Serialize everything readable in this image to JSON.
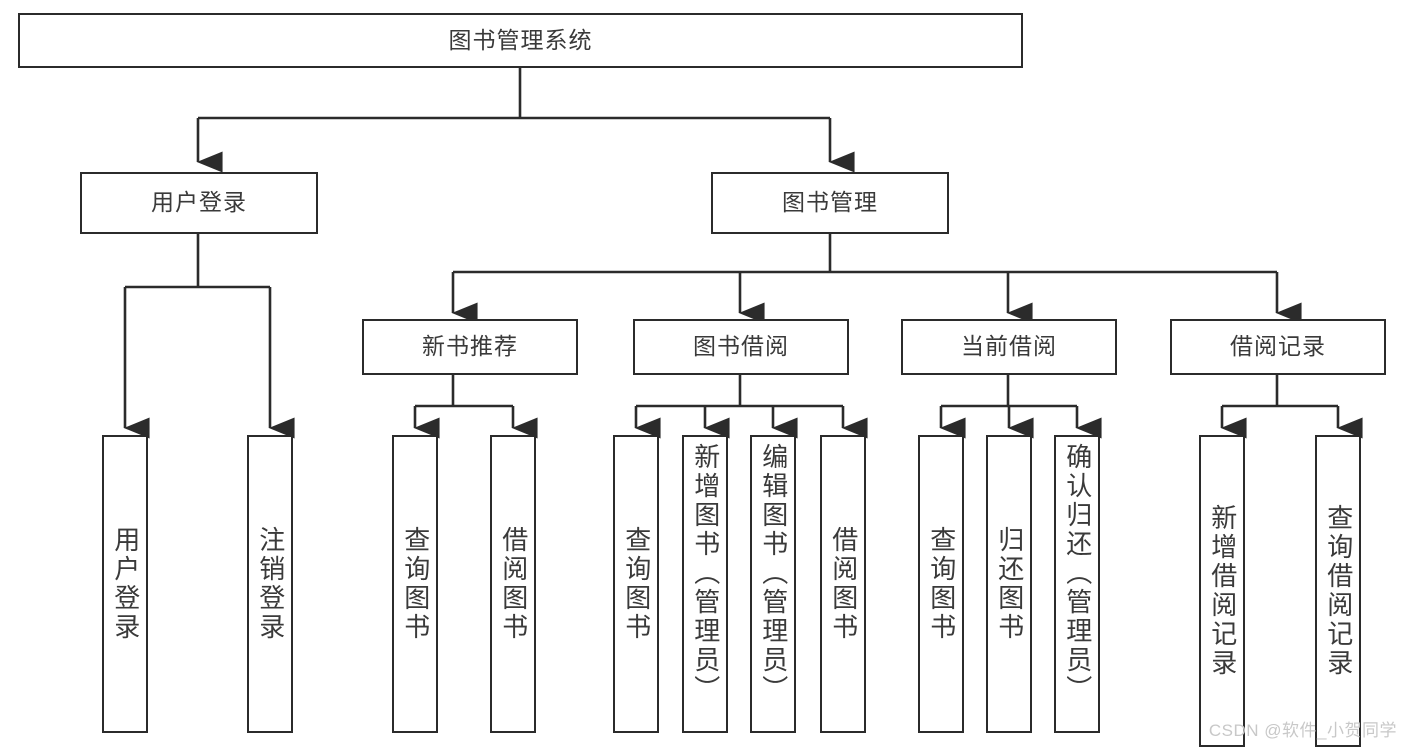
{
  "diagram": {
    "title": "图书管理系统",
    "type": "hierarchy-tree",
    "root": {
      "label": "图书管理系统"
    },
    "level2": [
      {
        "label": "用户登录"
      },
      {
        "label": "图书管理"
      }
    ],
    "level3": [
      {
        "label": "新书推荐"
      },
      {
        "label": "图书借阅"
      },
      {
        "label": "当前借阅"
      },
      {
        "label": "借阅记录"
      }
    ],
    "leaves": {
      "user_login": [
        {
          "label": "用户登录"
        },
        {
          "label": "注销登录"
        }
      ],
      "new_book_recommend": [
        {
          "label": "查询图书"
        },
        {
          "label": "借阅图书"
        }
      ],
      "book_borrow": [
        {
          "label": "查询图书"
        },
        {
          "label": "新增图书（管理员）"
        },
        {
          "label": "编辑图书（管理员）"
        },
        {
          "label": "借阅图书"
        }
      ],
      "current_borrow": [
        {
          "label": "查询图书"
        },
        {
          "label": "归还图书"
        },
        {
          "label": "确认归还（管理员）"
        }
      ],
      "borrow_record": [
        {
          "label": "新增借阅记录"
        },
        {
          "label": "查询借阅记录"
        }
      ]
    }
  },
  "watermark": {
    "text": "CSDN @软件_小贺同学"
  },
  "colors": {
    "stroke": "#2b2b2b",
    "text": "#3a3a3a",
    "background": "#ffffff",
    "watermark": "#c8c8c8"
  }
}
